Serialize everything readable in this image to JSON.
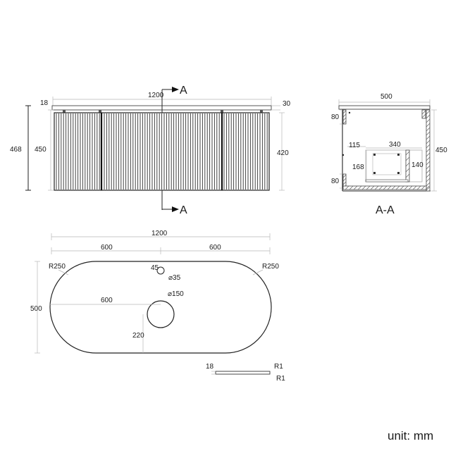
{
  "front_view": {
    "width": "1200",
    "top_overhang": "18",
    "top_thickness": "30",
    "total_height": "468",
    "cabinet_height": "450",
    "front_height": "420",
    "section_marker_top": "A",
    "section_marker_bottom": "A"
  },
  "section_view": {
    "depth": "500",
    "top_rail": "80",
    "bottom_rail": "80",
    "drawer_offset": "115",
    "drawer_depth": "340",
    "drawer_box_height": "168",
    "drawer_inner_height": "140",
    "cabinet_height": "450",
    "title": "A-A"
  },
  "plan_view": {
    "overall_width": "1200",
    "half_left": "600",
    "half_right": "600",
    "radius_left": "R250",
    "radius_right": "R250",
    "tap_offset": "45",
    "tap_hole_dia": "⌀35",
    "waste_hole_dia": "⌀150",
    "depth": "500",
    "center_from_left": "600",
    "center_from_front": "220"
  },
  "edge_detail": {
    "thickness": "18",
    "radius_top": "R1",
    "radius_bottom": "R1"
  },
  "unit_label": "unit: mm"
}
